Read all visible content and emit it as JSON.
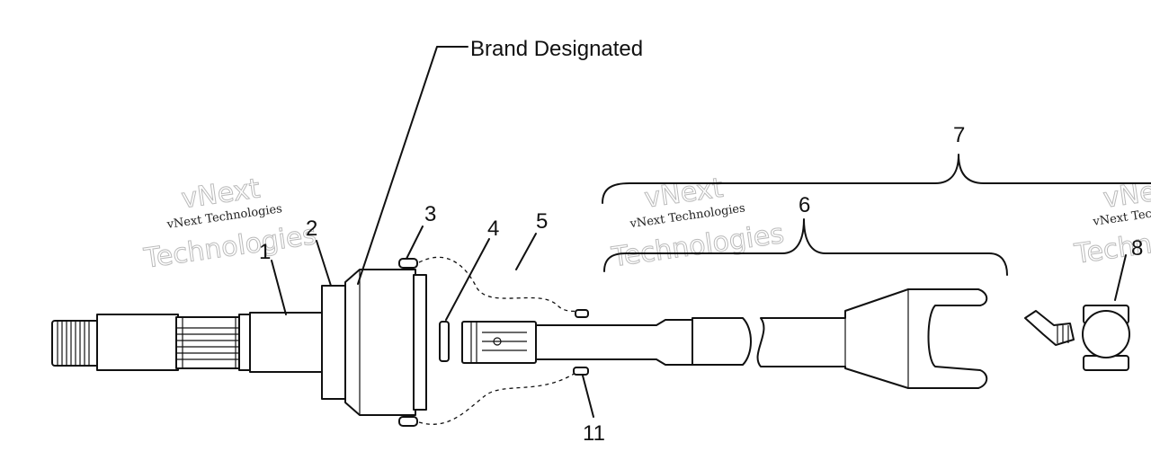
{
  "diagram": {
    "brand_label": "Brand Designated",
    "callouts": [
      "1",
      "2",
      "3",
      "4",
      "5",
      "6",
      "7",
      "8",
      "11"
    ]
  },
  "watermark": {
    "line1": "vNext",
    "line2": "vNext Technologies",
    "line3": "Technologies"
  }
}
